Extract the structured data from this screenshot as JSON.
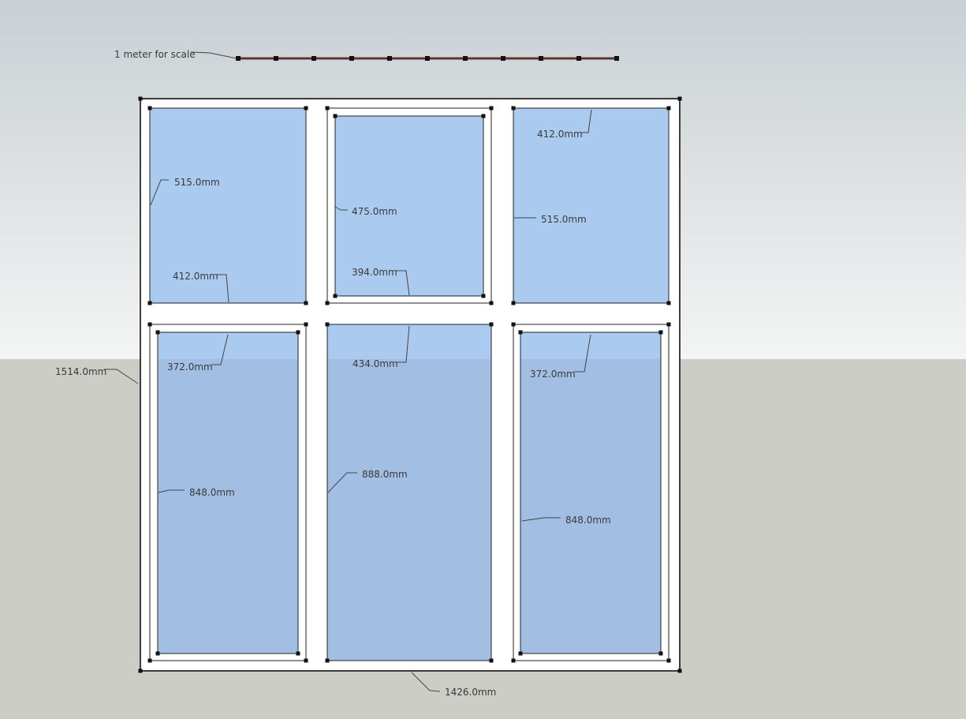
{
  "scale_bar": {
    "label": "1 meter for scale"
  },
  "dimensions": {
    "overall_height": "1514.0mm",
    "overall_width": "1426.0mm",
    "top_left_height": "515.0mm",
    "top_left_width": "412.0mm",
    "top_middle_height": "475.0mm",
    "top_middle_width": "394.0mm",
    "top_right_width": "412.0mm",
    "top_right_height": "515.0mm",
    "bottom_left_width": "372.0mm",
    "bottom_left_height": "848.0mm",
    "bottom_middle_width": "434.0mm",
    "bottom_middle_height": "888.0mm",
    "bottom_right_width": "372.0mm",
    "bottom_right_height": "848.0mm"
  },
  "colors": {
    "sky_top": "#c9cfd3",
    "sky_bottom": "#f3f4f4",
    "ground": "#cdcdc8",
    "frame": "#ffffff",
    "glass_sky": "#abcaf0",
    "glass_ground": "#a2bfe3",
    "scale_bar": "#6b3f36"
  }
}
